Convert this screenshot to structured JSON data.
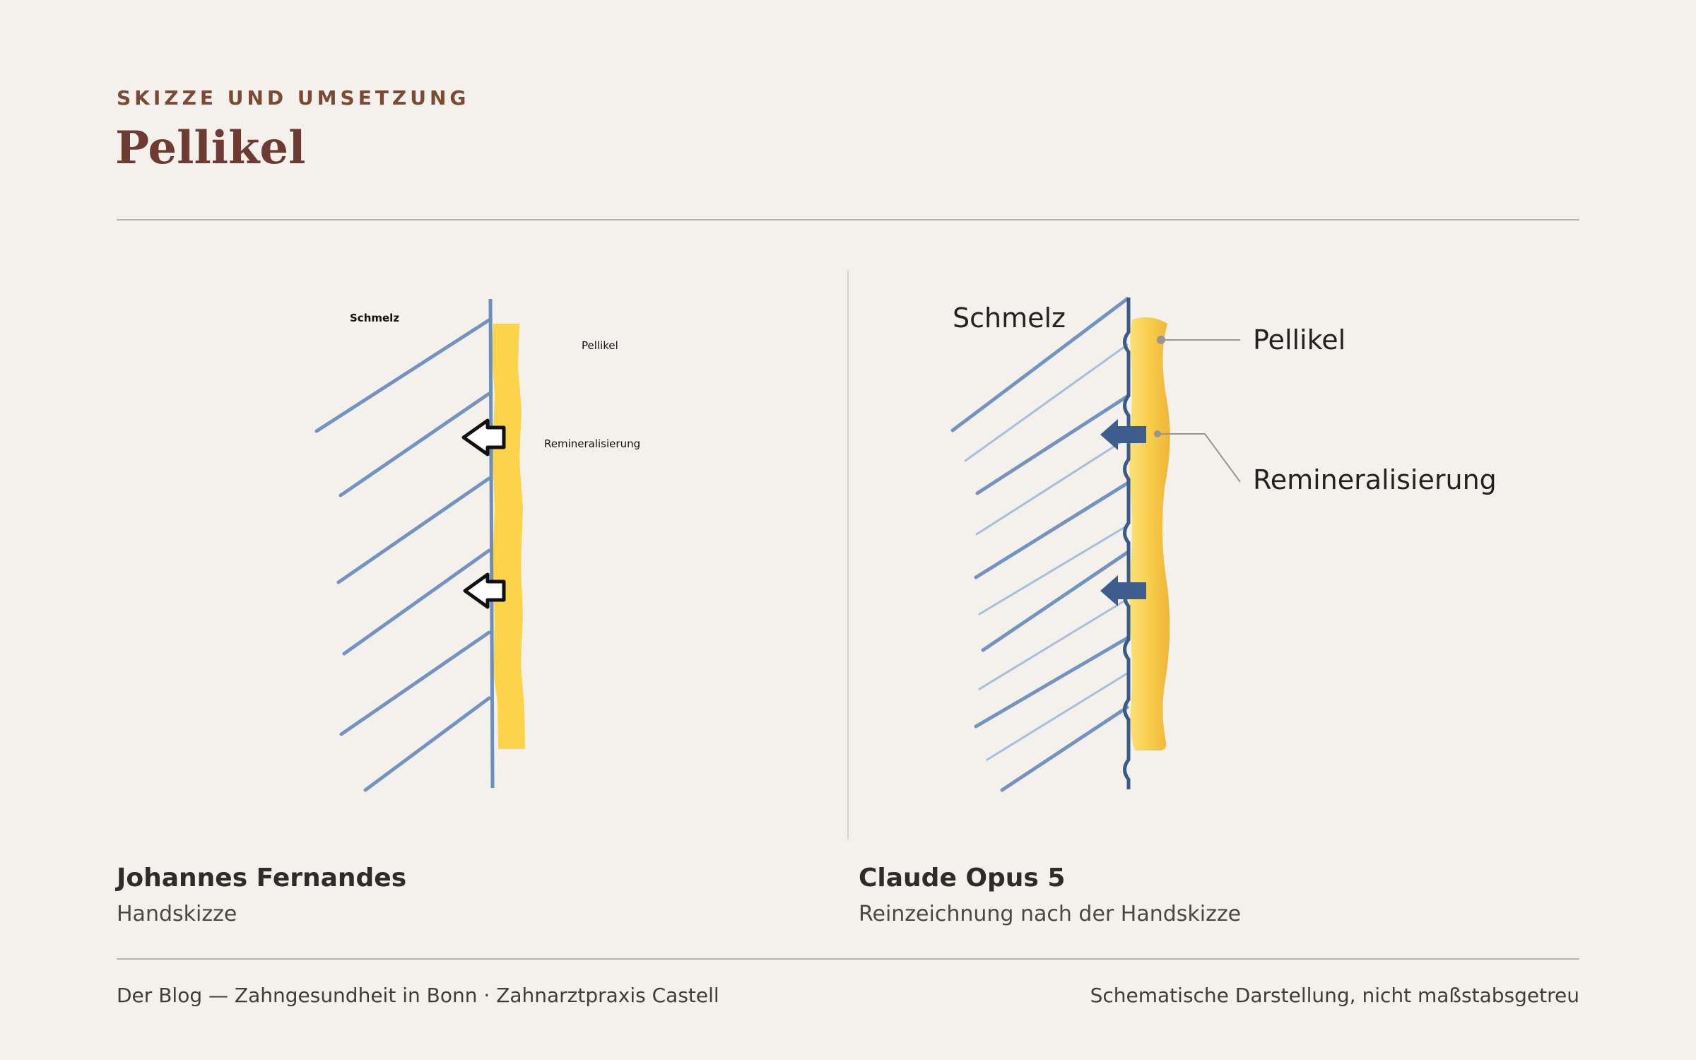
{
  "header": {
    "eyebrow": "SKIZZE UND UMSETZUNG",
    "title": "Pellikel"
  },
  "left_panel": {
    "labels": {
      "enamel": "Schmelz",
      "pellicle": "Pellikel",
      "remineralization": "Remineralisierung"
    },
    "author": "Johannes Fernandes",
    "subtitle": "Handskizze"
  },
  "right_panel": {
    "labels": {
      "enamel": "Schmelz",
      "pellicle": "Pellikel",
      "remineralization": "Remineralisierung"
    },
    "author": "Claude Opus 5",
    "subtitle": "Reinzeichnung nach der Handskizze"
  },
  "footer": {
    "left": "Der Blog — Zahngesundheit in Bonn · Zahnarztpraxis Castell",
    "right": "Schematische Darstellung, nicht maßstabsgetreu"
  },
  "colors": {
    "background": "#f4f1ec",
    "accent": "#6e3b34",
    "eyebrow": "#7a4a35",
    "enamel_line": "#7393c0",
    "enamel_line_light": "#a9bedb",
    "tooth_surface": "#3a5a8a",
    "pellicle_yellow": "#fbd449",
    "pellicle_gold": "#f0b83a",
    "arrow_dark": "#3d5d8f",
    "leader_gray": "#9a958e"
  }
}
